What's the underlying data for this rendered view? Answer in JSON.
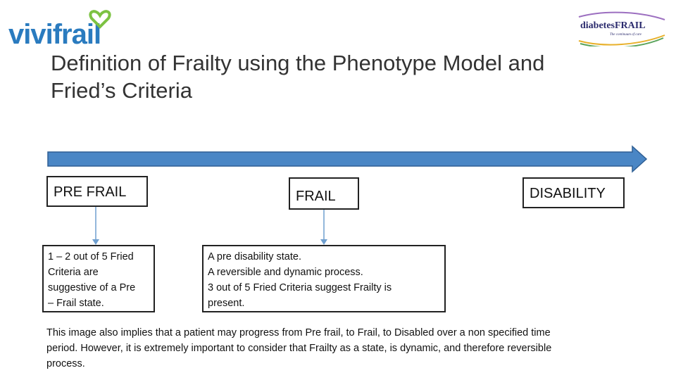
{
  "logos": {
    "left_text": "vivifrail",
    "right_main": "diabetesFRAIL",
    "right_tagline": "The continuum of care"
  },
  "title": {
    "line1": "Definition of Frailty using the Phenotype Model and",
    "line2": "Fried’s Criteria"
  },
  "stages": {
    "pre_frail": "PRE FRAIL",
    "frail": "FRAIL",
    "disability": "DISABILITY"
  },
  "descriptions": {
    "pre_frail": [
      "1 – 2 out of 5 Fried",
      "Criteria are",
      "suggestive of a Pre",
      "– Frail state."
    ],
    "frail": [
      "A pre disability state.",
      "A reversible and dynamic process.",
      "3 out of 5 Fried Criteria suggest Frailty is",
      "present."
    ]
  },
  "footnote": {
    "line1": "This image also implies that a patient may progress from Pre frail, to Frail, to Disabled over a non specified time",
    "line2": "period. However,  it is extremely important to consider that Frailty as a state, is dynamic, and therefore reversible",
    "line3": "process."
  },
  "colors": {
    "arrow_fill": "#4a86c5",
    "arrow_stroke": "#2f5f94",
    "connector": "#6f9fcf",
    "logo_blue": "#2a7bbf",
    "logo_green": "#7cc242",
    "logo_right_text": "#2c2c6e"
  }
}
